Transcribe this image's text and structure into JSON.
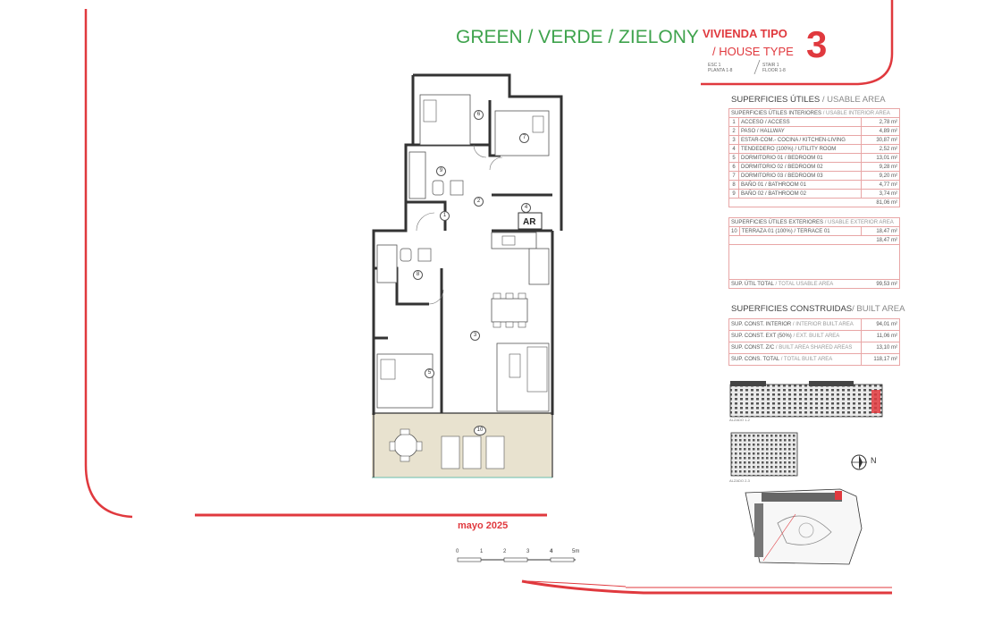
{
  "header": {
    "colors_title": "GREEN / VERDE / ZIELONY",
    "vivienda_tipo": "VIVIENDA TIPO",
    "house_type": "/ HOUSE TYPE",
    "type_number": "3",
    "esc_line1": "ESC 1",
    "esc_line2": "PLANTA 1-8",
    "stair_line1": "STAIR 1",
    "stair_line2": "FLOOR 1-8"
  },
  "usable_area": {
    "title": "SUPERFICIES ÚTILES",
    "title_en": "/ USABLE AREA",
    "interior_header": "SUPERFICIES ÚTILES INTERIORES",
    "interior_header_en": "/ USABLE INTERIOR AREA",
    "interior_rows": [
      {
        "n": "1",
        "label": "ACCESO / ACCESS",
        "value": "2,78 m²"
      },
      {
        "n": "2",
        "label": "PASO / HALLWAY",
        "value": "4,89 m²"
      },
      {
        "n": "3",
        "label": "ESTAR-COM.- COCINA / KITCHEN-LIVING",
        "value": "30,87 m²"
      },
      {
        "n": "4",
        "label": "TENDEDERO (100%) / UTILITY ROOM",
        "value": "2,52 m²"
      },
      {
        "n": "5",
        "label": "DORMITORIO 01 / BEDROOM 01",
        "value": "13,01 m²"
      },
      {
        "n": "6",
        "label": "DORMITORIO 02 / BEDROOM 02",
        "value": "9,28 m²"
      },
      {
        "n": "7",
        "label": "DORMITORIO 03 / BEDROOM 03",
        "value": "9,20 m²"
      },
      {
        "n": "8",
        "label": "BAÑO 01 / BATHROOM 01",
        "value": "4,77 m²"
      },
      {
        "n": "9",
        "label": "BAÑO 02 / BATHROOM 02",
        "value": "3,74 m²"
      }
    ],
    "interior_total": "81,06 m²",
    "exterior_header": "SUPERFICIES ÚTILES EXTERIORES",
    "exterior_header_en": "/ USABLE EXTERIOR AREA",
    "exterior_rows": [
      {
        "n": "10",
        "label": "TERRAZA 01 (100%) / TERRACE 01",
        "value": "18,47 m²"
      }
    ],
    "exterior_total": "18,47 m²",
    "total_label": "SUP. ÚTIL TOTAL",
    "total_label_en": "/ TOTAL USABLE AREA",
    "total_value": "99,53 m²"
  },
  "built_area": {
    "title": "SUPERFICIES CONSTRUIDAS",
    "title_en": "/ BUILT AREA",
    "rows": [
      {
        "label": "SUP. CONST. INTERIOR",
        "label_en": "/ INTERIOR BUILT AREA",
        "value": "94,01 m²"
      },
      {
        "label": "SUP. CONST. EXT (50%)",
        "label_en": "/ EXT. BUILT AREA",
        "value": "11,06 m²"
      },
      {
        "label": "SUP. CONST. Z/C",
        "label_en": "/ BUILT AREA SHARED AREAS",
        "value": "13,10 m²"
      },
      {
        "label": "SUP. CONS. TOTAL",
        "label_en": "/ TOTAL BUILT AREA",
        "value": "118,17 m²"
      }
    ]
  },
  "elevations": {
    "upper_caption": "ALZADO 1-2",
    "lower_caption": "ALZADO 2-3",
    "north_label": "N"
  },
  "plan": {
    "room_numbers": [
      "1",
      "2",
      "3",
      "4",
      "5",
      "6",
      "7",
      "8",
      "9",
      "10"
    ],
    "ar_label": "AR"
  },
  "footer": {
    "date": "mayo 2025",
    "scale_ticks": [
      "0",
      "1",
      "2",
      "3",
      "4",
      "5m"
    ]
  },
  "colors": {
    "accent_red": "#e0393e",
    "title_green": "#3fa34d",
    "terrace_fill": "#e8e2cf"
  }
}
